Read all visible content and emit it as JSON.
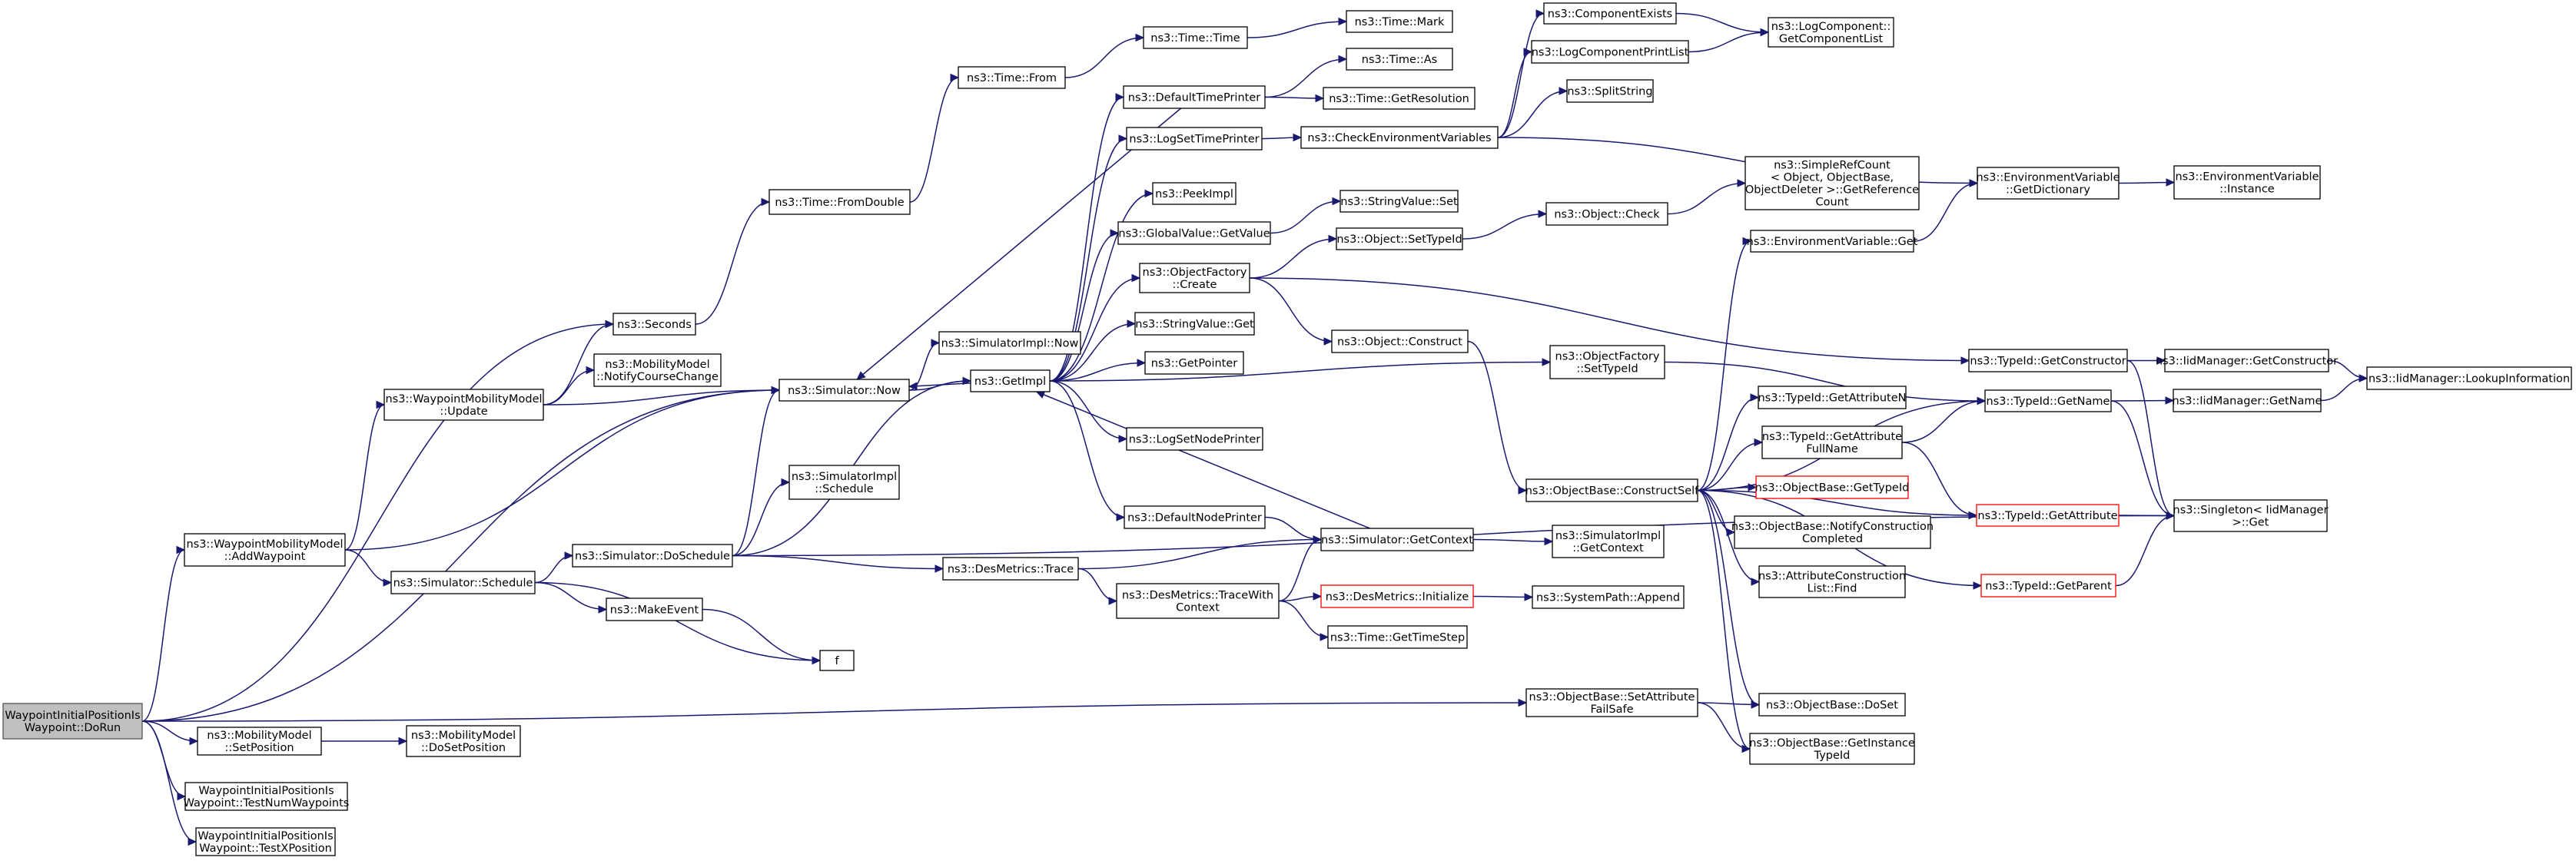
{
  "graph": {
    "title": "",
    "nodes": [
      {
        "id": "root",
        "lines": [
          "WaypointInitialPositionIs",
          "Waypoint::DoRun"
        ],
        "style": "root"
      },
      {
        "id": "seconds",
        "lines": [
          "ns3::Seconds"
        ]
      },
      {
        "id": "wpm_add",
        "lines": [
          "ns3::WaypointMobilityModel",
          "::AddWaypoint"
        ]
      },
      {
        "id": "sim_now",
        "lines": [
          "ns3::Simulator::Now"
        ]
      },
      {
        "id": "mm_setpos",
        "lines": [
          "ns3::MobilityModel",
          "::SetPosition"
        ]
      },
      {
        "id": "os_setattr",
        "lines": [
          "ns3::ObjectBase::SetAttribute",
          "FailSafe"
        ]
      },
      {
        "id": "test_num",
        "lines": [
          "WaypointInitialPositionIs",
          "Waypoint::TestNumWaypoints"
        ]
      },
      {
        "id": "test_x",
        "lines": [
          "WaypointInitialPositionIs",
          "Waypoint::TestXPosition"
        ]
      },
      {
        "id": "time_fromdouble",
        "lines": [
          "ns3::Time::FromDouble"
        ]
      },
      {
        "id": "time_from",
        "lines": [
          "ns3::Time::From"
        ]
      },
      {
        "id": "time_time",
        "lines": [
          "ns3::Time::Time"
        ]
      },
      {
        "id": "time_mark",
        "lines": [
          "ns3::Time::Mark"
        ]
      },
      {
        "id": "wpm_update",
        "lines": [
          "ns3::WaypointMobilityModel",
          "::Update"
        ]
      },
      {
        "id": "mm_notify",
        "lines": [
          "ns3::MobilityModel",
          "::NotifyCourseChange"
        ]
      },
      {
        "id": "sim_schedule",
        "lines": [
          "ns3::Simulator::Schedule"
        ]
      },
      {
        "id": "sim_doschedule",
        "lines": [
          "ns3::Simulator::DoSchedule"
        ]
      },
      {
        "id": "simimpl_now",
        "lines": [
          "ns3::SimulatorImpl::Now"
        ]
      },
      {
        "id": "getimpl",
        "lines": [
          "ns3::GetImpl"
        ]
      },
      {
        "id": "simimpl_schedule",
        "lines": [
          "ns3::SimulatorImpl",
          "::Schedule"
        ]
      },
      {
        "id": "makeevent",
        "lines": [
          "ns3::MakeEvent"
        ]
      },
      {
        "id": "f",
        "lines": [
          "f"
        ]
      },
      {
        "id": "desmetrics_trace",
        "lines": [
          "ns3::DesMetrics::Trace"
        ]
      },
      {
        "id": "desmetrics_tracewith",
        "lines": [
          "ns3::DesMetrics::TraceWith",
          "Context"
        ]
      },
      {
        "id": "desmetrics_init",
        "lines": [
          "ns3::DesMetrics::Initialize"
        ],
        "style": "red"
      },
      {
        "id": "syspath_append",
        "lines": [
          "ns3::SystemPath::Append"
        ]
      },
      {
        "id": "time_gettimestep",
        "lines": [
          "ns3::Time::GetTimeStep"
        ]
      },
      {
        "id": "sim_getcontext",
        "lines": [
          "ns3::Simulator::GetContext"
        ]
      },
      {
        "id": "simimpl_getcontext",
        "lines": [
          "ns3::SimulatorImpl",
          "::GetContext"
        ]
      },
      {
        "id": "defaultnodeprinter",
        "lines": [
          "ns3::DefaultNodePrinter"
        ]
      },
      {
        "id": "logsetnodeprinter",
        "lines": [
          "ns3::LogSetNodePrinter"
        ]
      },
      {
        "id": "getpointer",
        "lines": [
          "ns3::GetPointer"
        ]
      },
      {
        "id": "stringvalue_get",
        "lines": [
          "ns3::StringValue::Get"
        ]
      },
      {
        "id": "objfactory_create",
        "lines": [
          "ns3::ObjectFactory",
          "::Create"
        ]
      },
      {
        "id": "gv_getvalue",
        "lines": [
          "ns3::GlobalValue::GetValue"
        ]
      },
      {
        "id": "peekimpl",
        "lines": [
          "ns3::PeekImpl"
        ]
      },
      {
        "id": "logsettimeprinter",
        "lines": [
          "ns3::LogSetTimePrinter"
        ]
      },
      {
        "id": "defaulttimeprinter",
        "lines": [
          "ns3::DefaultTimePrinter"
        ]
      },
      {
        "id": "time_as",
        "lines": [
          "ns3::Time::As"
        ]
      },
      {
        "id": "time_getres",
        "lines": [
          "ns3::Time::GetResolution"
        ]
      },
      {
        "id": "checkenv",
        "lines": [
          "ns3::CheckEnvironmentVariables"
        ]
      },
      {
        "id": "componentexists",
        "lines": [
          "ns3::ComponentExists"
        ]
      },
      {
        "id": "logcompprintlist",
        "lines": [
          "ns3::LogComponentPrintList"
        ]
      },
      {
        "id": "splitstring",
        "lines": [
          "ns3::SplitString"
        ]
      },
      {
        "id": "logcomp_getlist",
        "lines": [
          "ns3::LogComponent::",
          "GetComponentList"
        ]
      },
      {
        "id": "stringvalue_set",
        "lines": [
          "ns3::StringValue::Set"
        ]
      },
      {
        "id": "object_settypeid",
        "lines": [
          "ns3::Object::SetTypeId"
        ]
      },
      {
        "id": "object_check",
        "lines": [
          "ns3::Object::Check"
        ]
      },
      {
        "id": "simplerefcount",
        "lines": [
          "ns3::SimpleRefCount",
          "< Object, ObjectBase,",
          "ObjectDeleter >::GetReference",
          "Count"
        ]
      },
      {
        "id": "object_construct",
        "lines": [
          "ns3::Object::Construct"
        ]
      },
      {
        "id": "objfactory_settypeid",
        "lines": [
          "ns3::ObjectFactory",
          "::SetTypeId"
        ]
      },
      {
        "id": "ob_constructself",
        "lines": [
          "ns3::ObjectBase::ConstructSelf"
        ]
      },
      {
        "id": "envvar_get",
        "lines": [
          "ns3::EnvironmentVariable::Get"
        ]
      },
      {
        "id": "envvar_getdict",
        "lines": [
          "ns3::EnvironmentVariable",
          "::GetDictionary"
        ]
      },
      {
        "id": "envvar_instance",
        "lines": [
          "ns3::EnvironmentVariable",
          "::Instance"
        ]
      },
      {
        "id": "typeid_getattrn",
        "lines": [
          "ns3::TypeId::GetAttributeN"
        ]
      },
      {
        "id": "typeid_getattrfull",
        "lines": [
          "ns3::TypeId::GetAttribute",
          "FullName"
        ]
      },
      {
        "id": "ob_gettypeid",
        "lines": [
          "ns3::ObjectBase::GetTypeId"
        ],
        "style": "red"
      },
      {
        "id": "ob_notifyconstruct",
        "lines": [
          "ns3::ObjectBase::NotifyConstruction",
          "Completed"
        ]
      },
      {
        "id": "attrconstruct_find",
        "lines": [
          "ns3::AttributeConstruction",
          "List::Find"
        ]
      },
      {
        "id": "ob_doset",
        "lines": [
          "ns3::ObjectBase::DoSet"
        ]
      },
      {
        "id": "ob_getinstance",
        "lines": [
          "ns3::ObjectBase::GetInstance",
          "TypeId"
        ]
      },
      {
        "id": "mm_dosetpos",
        "lines": [
          "ns3::MobilityModel",
          "::DoSetPosition"
        ]
      },
      {
        "id": "typeid_getconstructor",
        "lines": [
          "ns3::TypeId::GetConstructor"
        ]
      },
      {
        "id": "iidmgr_getconstructor",
        "lines": [
          "ns3::IidManager::GetConstructor"
        ]
      },
      {
        "id": "iidmgr_lookup",
        "lines": [
          "ns3::IidManager::LookupInformation"
        ]
      },
      {
        "id": "typeid_getname",
        "lines": [
          "ns3::TypeId::GetName"
        ]
      },
      {
        "id": "iidmgr_getname",
        "lines": [
          "ns3::IidManager::GetName"
        ]
      },
      {
        "id": "typeid_getattr",
        "lines": [
          "ns3::TypeId::GetAttribute"
        ],
        "style": "red"
      },
      {
        "id": "typeid_getparent",
        "lines": [
          "ns3::TypeId::GetParent"
        ],
        "style": "red"
      },
      {
        "id": "singleton_get",
        "lines": [
          "ns3::Singleton< IidManager",
          ">::Get"
        ]
      }
    ],
    "edges": [
      [
        "root",
        "seconds"
      ],
      [
        "root",
        "wpm_add"
      ],
      [
        "root",
        "sim_now"
      ],
      [
        "root",
        "mm_setpos"
      ],
      [
        "root",
        "os_setattr"
      ],
      [
        "root",
        "test_num"
      ],
      [
        "root",
        "test_x"
      ],
      [
        "seconds",
        "time_fromdouble"
      ],
      [
        "time_fromdouble",
        "time_from"
      ],
      [
        "time_from",
        "time_time"
      ],
      [
        "time_time",
        "time_mark"
      ],
      [
        "wpm_add",
        "wpm_update"
      ],
      [
        "wpm_add",
        "sim_now"
      ],
      [
        "wpm_add",
        "sim_schedule"
      ],
      [
        "wpm_update",
        "seconds"
      ],
      [
        "wpm_update",
        "mm_notify"
      ],
      [
        "wpm_update",
        "sim_now"
      ],
      [
        "sim_now",
        "simimpl_now"
      ],
      [
        "sim_now",
        "getimpl"
      ],
      [
        "sim_schedule",
        "sim_doschedule"
      ],
      [
        "sim_schedule",
        "makeevent"
      ],
      [
        "sim_schedule",
        "f"
      ],
      [
        "makeevent",
        "f"
      ],
      [
        "sim_doschedule",
        "sim_now"
      ],
      [
        "sim_doschedule",
        "simimpl_schedule"
      ],
      [
        "sim_doschedule",
        "getimpl"
      ],
      [
        "sim_doschedule",
        "desmetrics_trace"
      ],
      [
        "sim_doschedule",
        "singleton_get"
      ],
      [
        "desmetrics_trace",
        "desmetrics_tracewith"
      ],
      [
        "desmetrics_trace",
        "sim_getcontext"
      ],
      [
        "desmetrics_tracewith",
        "sim_getcontext"
      ],
      [
        "desmetrics_tracewith",
        "desmetrics_init"
      ],
      [
        "desmetrics_tracewith",
        "time_gettimestep"
      ],
      [
        "desmetrics_init",
        "syspath_append"
      ],
      [
        "sim_getcontext",
        "getimpl"
      ],
      [
        "sim_getcontext",
        "simimpl_getcontext"
      ],
      [
        "getimpl",
        "defaulttimeprinter"
      ],
      [
        "getimpl",
        "sim_now"
      ],
      [
        "getimpl",
        "logsettimeprinter"
      ],
      [
        "getimpl",
        "peekimpl"
      ],
      [
        "getimpl",
        "gv_getvalue"
      ],
      [
        "getimpl",
        "objfactory_create"
      ],
      [
        "getimpl",
        "stringvalue_get"
      ],
      [
        "getimpl",
        "getpointer"
      ],
      [
        "getimpl",
        "logsetnodeprinter"
      ],
      [
        "getimpl",
        "defaultnodeprinter"
      ],
      [
        "getimpl",
        "objfactory_settypeid"
      ],
      [
        "defaultnodeprinter",
        "sim_getcontext"
      ],
      [
        "defaulttimeprinter",
        "time_as"
      ],
      [
        "defaulttimeprinter",
        "time_getres"
      ],
      [
        "defaulttimeprinter",
        "sim_now"
      ],
      [
        "logsettimeprinter",
        "checkenv"
      ],
      [
        "checkenv",
        "componentexists"
      ],
      [
        "checkenv",
        "logcompprintlist"
      ],
      [
        "checkenv",
        "splitstring"
      ],
      [
        "checkenv",
        "envvar_getdict"
      ],
      [
        "componentexists",
        "logcomp_getlist"
      ],
      [
        "logcompprintlist",
        "logcomp_getlist"
      ],
      [
        "gv_getvalue",
        "stringvalue_set"
      ],
      [
        "objfactory_create",
        "object_settypeid"
      ],
      [
        "objfactory_create",
        "object_construct"
      ],
      [
        "objfactory_create",
        "typeid_getconstructor"
      ],
      [
        "object_settypeid",
        "object_check"
      ],
      [
        "object_check",
        "simplerefcount"
      ],
      [
        "object_construct",
        "ob_constructself"
      ],
      [
        "objfactory_settypeid",
        "typeid_getname"
      ],
      [
        "ob_constructself",
        "envvar_get"
      ],
      [
        "ob_constructself",
        "typeid_getname"
      ],
      [
        "ob_constructself",
        "typeid_getattrn"
      ],
      [
        "ob_constructself",
        "typeid_getattrfull"
      ],
      [
        "ob_constructself",
        "ob_gettypeid"
      ],
      [
        "ob_constructself",
        "ob_notifyconstruct"
      ],
      [
        "ob_constructself",
        "attrconstruct_find"
      ],
      [
        "ob_constructself",
        "ob_doset"
      ],
      [
        "ob_constructself",
        "ob_getinstance"
      ],
      [
        "ob_constructself",
        "typeid_getattr"
      ],
      [
        "ob_constructself",
        "typeid_getparent"
      ],
      [
        "envvar_get",
        "envvar_getdict"
      ],
      [
        "envvar_getdict",
        "envvar_instance"
      ],
      [
        "typeid_getattrfull",
        "typeid_getname"
      ],
      [
        "typeid_getattrfull",
        "typeid_getattr"
      ],
      [
        "typeid_getconstructor",
        "iidmgr_getconstructor"
      ],
      [
        "typeid_getconstructor",
        "singleton_get"
      ],
      [
        "iidmgr_getconstructor",
        "iidmgr_lookup"
      ],
      [
        "typeid_getname",
        "iidmgr_getname"
      ],
      [
        "typeid_getname",
        "singleton_get"
      ],
      [
        "iidmgr_getname",
        "iidmgr_lookup"
      ],
      [
        "typeid_getattr",
        "singleton_get"
      ],
      [
        "typeid_getparent",
        "singleton_get"
      ],
      [
        "mm_setpos",
        "mm_dosetpos"
      ],
      [
        "os_setattr",
        "ob_doset"
      ],
      [
        "os_setattr",
        "ob_getinstance"
      ]
    ]
  }
}
